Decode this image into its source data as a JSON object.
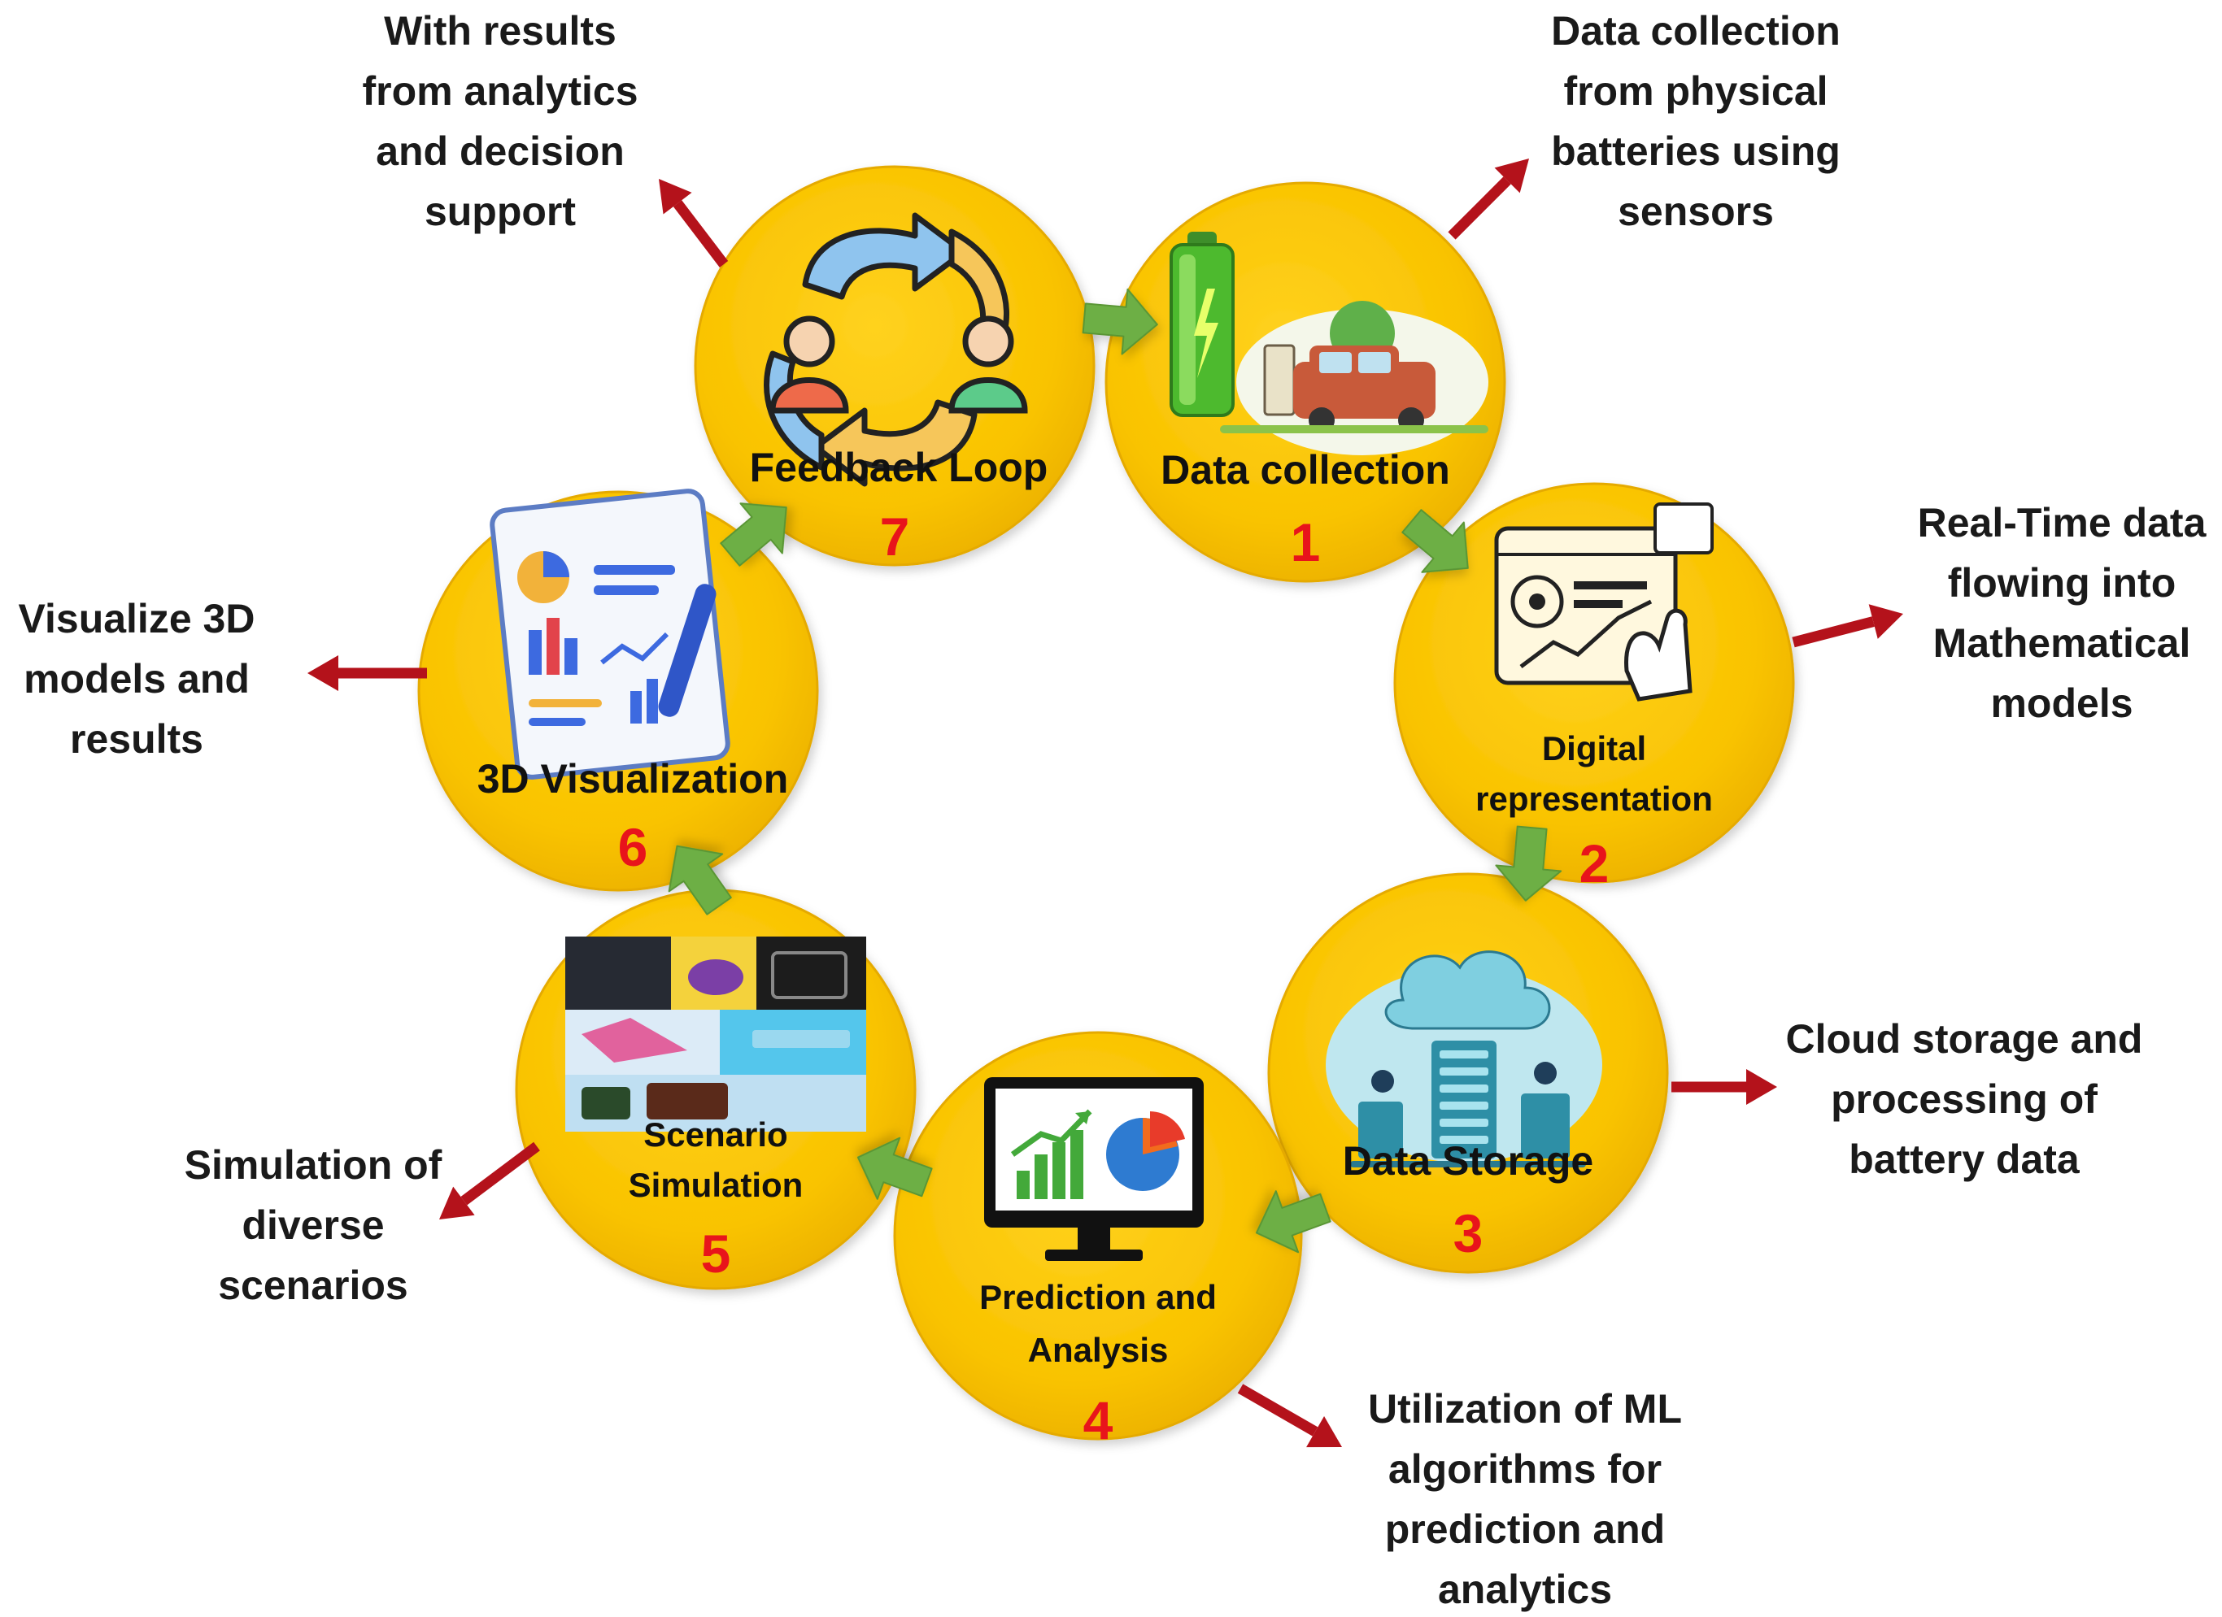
{
  "colors": {
    "circle_fill": "#F9C300",
    "circle_edge": "#E5AA00",
    "number": "#E8141B",
    "flow_arrow": "#6DAF45",
    "pointer_arrow": "#B4121B",
    "text": "#1A1A1A"
  },
  "nodes": [
    {
      "id": "data-collection",
      "number": "1",
      "label": "Data collection",
      "icon": "battery-ev-charging-icon",
      "description": "Data collection from physical batteries using sensors"
    },
    {
      "id": "digital-representation",
      "number": "2",
      "label": "Digital representation",
      "icon": "dashboard-touch-icon",
      "description": "Real-Time data flowing into Mathematical models"
    },
    {
      "id": "data-storage",
      "number": "3",
      "label": "Data Storage",
      "icon": "cloud-server-icon",
      "description": "Cloud storage and processing of battery data"
    },
    {
      "id": "prediction-analysis",
      "number": "4",
      "label": "Prediction and Analysis",
      "icon": "monitor-chart-icon",
      "description": "Utilization of ML algorithms for prediction and analytics"
    },
    {
      "id": "scenario-simulation",
      "number": "5",
      "label": "Scenario Simulation",
      "icon": "simulation-collage-icon",
      "description": "Simulation of diverse scenarios"
    },
    {
      "id": "3d-visualization",
      "number": "6",
      "label": "3D Visualization",
      "icon": "report-clipboard-icon",
      "description": "Visualize 3D models and results"
    },
    {
      "id": "feedback-loop",
      "number": "7",
      "label": "Feedback Loop",
      "icon": "people-cycle-icon",
      "description": "With results from analytics and decision support"
    }
  ]
}
